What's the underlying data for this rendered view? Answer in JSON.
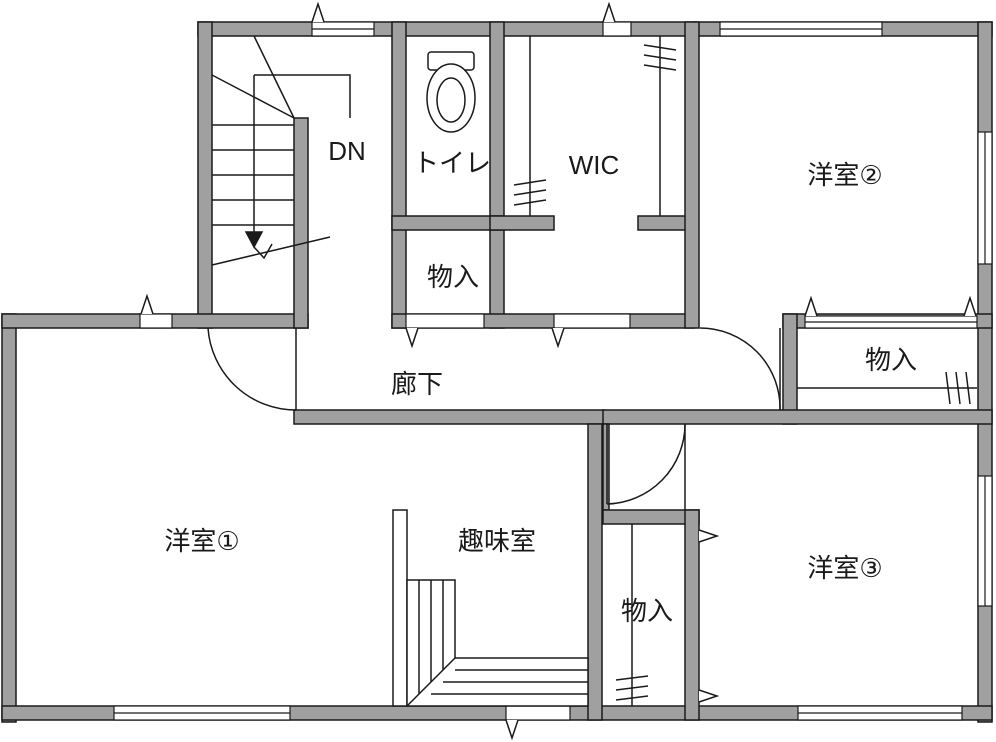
{
  "plan": {
    "title": "2F floor plan",
    "rooms": {
      "stairs_dn": "DN",
      "toilet": "トイレ",
      "wic": "WIC",
      "closet_toilet": "物入",
      "hallway": "廊下",
      "western_room_1": "洋室①",
      "western_room_2": "洋室②",
      "western_room_3": "洋室③",
      "hobby_room": "趣味室",
      "closet_room2": "物入",
      "closet_room3": "物入"
    },
    "colors": {
      "wall": "#a0a0a0",
      "line": "#1a1a1a",
      "background": "#ffffff"
    }
  }
}
